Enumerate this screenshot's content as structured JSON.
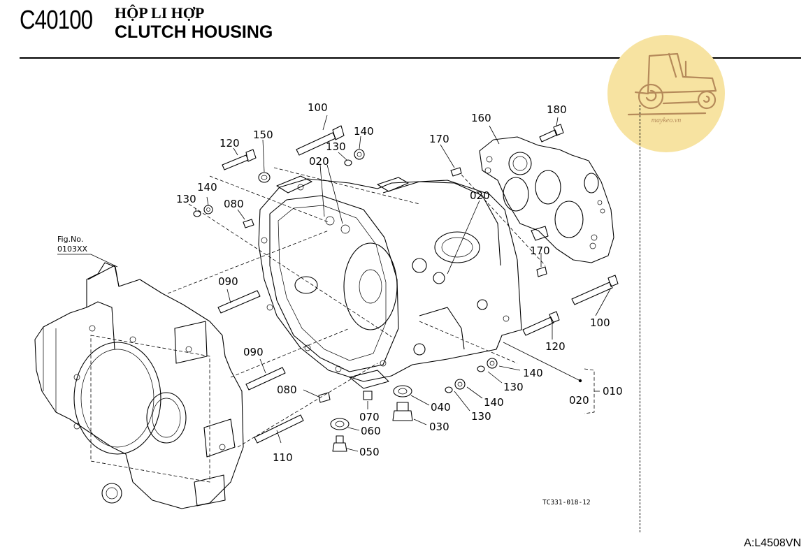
{
  "header": {
    "code": "C40100",
    "title_vn": "HỘP LI HỢP",
    "title_en": "CLUTCH HOUSING"
  },
  "logo": {
    "text": "maykeo.vn",
    "icon": "tractor-icon",
    "color": "#f7e3a1"
  },
  "figure": {
    "fig_ref": "Fig.No.",
    "fig_ref_no": "0103XX",
    "drawing_code": "TC331-018-12",
    "doc_ref": "A:L4508VN"
  },
  "part_labels": {
    "p100_top": "100",
    "p120_top": "120",
    "p150": "150",
    "p140_top": "140",
    "p130_top": "130",
    "p020_top": "020",
    "p170_top": "170",
    "p160": "160",
    "p180": "180",
    "p130_left": "130",
    "p140_left": "140",
    "p080_top": "080",
    "p020_mid": "020",
    "p170_right": "170",
    "p090_top": "090",
    "p100_right": "100",
    "p120_right": "120",
    "p140_right": "140",
    "p130_right": "130",
    "p140_low": "140",
    "p130_low": "130",
    "p090_low": "090",
    "p080_low": "080",
    "p070": "070",
    "p060": "060",
    "p050": "050",
    "p040": "040",
    "p030": "030",
    "p110": "110",
    "p020_set": "020",
    "p010": "010"
  }
}
